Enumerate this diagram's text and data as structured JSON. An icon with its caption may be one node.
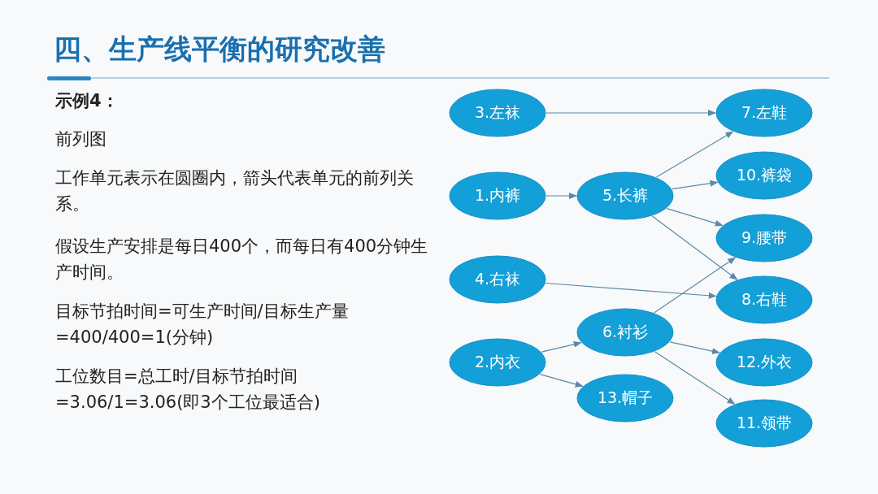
{
  "diagram": {
    "title": "四、生产线平衡的研究改善",
    "nodes": [
      {
        "text": [
          "3.左袜"
        ]
      },
      {
        "text": [
          "7.左鞋"
        ]
      },
      {
        "text": [
          "10.裤袋"
        ]
      },
      {
        "text": [
          "1.内裤"
        ]
      },
      {
        "text": [
          "5.长裤"
        ]
      },
      {
        "text": [
          "9.腰带"
        ]
      },
      {
        "text": [
          "4.右袜"
        ]
      },
      {
        "text": [
          "8.右鞋"
        ]
      },
      {
        "text": [
          "6.衬衫"
        ]
      },
      {
        "text": [
          "2.内衣"
        ]
      },
      {
        "text": [
          "12.外衣"
        ]
      },
      {
        "text": [
          "13.帽子"
        ]
      },
      {
        "text": [
          "11.领带"
        ]
      }
    ],
    "edges": [
      {
        "from": 0,
        "to": 1,
        "arrow": "to"
      },
      {
        "from": 3,
        "to": 4,
        "arrow": "to"
      },
      {
        "from": 4,
        "to": 1,
        "arrow": "to"
      },
      {
        "from": 4,
        "to": 2,
        "arrow": "to"
      },
      {
        "from": 4,
        "to": 5,
        "arrow": "to"
      },
      {
        "from": 4,
        "to": 7,
        "arrow": "to"
      },
      {
        "from": 6,
        "to": 7,
        "arrow": "to"
      },
      {
        "from": 9,
        "to": 8,
        "arrow": "to"
      },
      {
        "from": 9,
        "to": 11,
        "arrow": "to"
      },
      {
        "from": 8,
        "to": 5,
        "arrow": "to"
      },
      {
        "from": 8,
        "to": 10,
        "arrow": "to"
      },
      {
        "from": 8,
        "to": 12,
        "arrow": "to"
      }
    ],
    "labels": [
      "示例4：",
      "前列图",
      "工作单元表示在圆圈内，箭头代表单元的前列关系。",
      "假设生产安排是每日400个，而每日有400分钟生产时间。",
      "目标节拍时间=可生产时间/目标生产量 =400/400=1(分钟)",
      "工位数目=总工时/目标节拍时间 =3.06/1=3.06(即3个工位最适合)"
    ]
  }
}
